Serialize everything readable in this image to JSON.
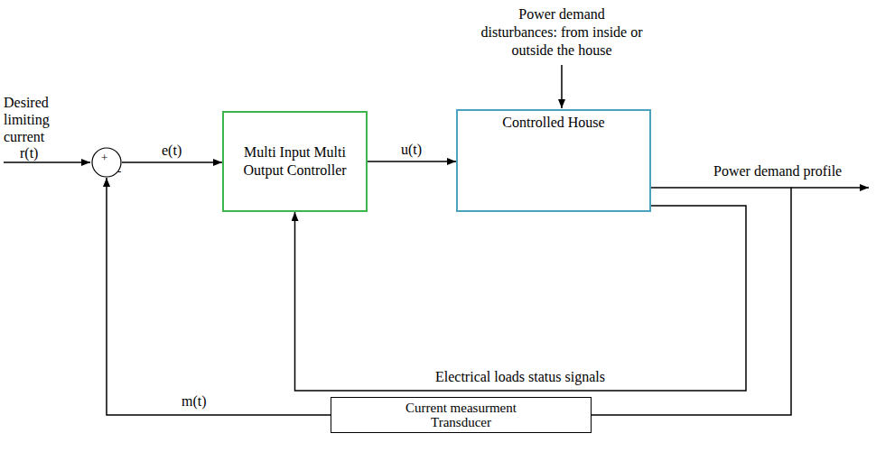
{
  "diagram": {
    "nodes": [
      {
        "text": [
          "+",
          "-"
        ]
      },
      {
        "text": [
          "Multi Input Multi Output Controller"
        ]
      },
      {
        "text": [
          "Controlled House"
        ]
      },
      {
        "text": [
          "Current measurment Transducer"
        ]
      }
    ],
    "edges": [
      {
        "from": 0,
        "to": 1,
        "arrow": "to",
        "label": "e(t)"
      },
      {
        "from": 1,
        "to": 2,
        "arrow": "to",
        "label": "u(t)"
      },
      {
        "from": 2,
        "to": 1,
        "arrow": "to",
        "label": "Electrical loads status signals"
      },
      {
        "from": 2,
        "to": 3,
        "arrow": "none"
      },
      {
        "from": 3,
        "to": 0,
        "arrow": "to",
        "label": "m(t)"
      }
    ],
    "labels": [
      "Desired limiting current",
      "r(t)",
      "Power demand disturbances: from inside or outside the house",
      "Power demand profile"
    ]
  }
}
